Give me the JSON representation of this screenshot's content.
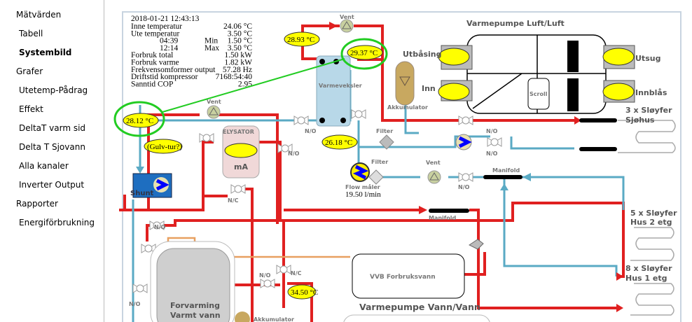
{
  "sidebar": {
    "items": [
      {
        "label": "Mätvärden",
        "type": "head"
      },
      {
        "label": "Tabell",
        "type": "sub"
      },
      {
        "label": "Systembild",
        "type": "sub",
        "active": true
      },
      {
        "label": "Grafer",
        "type": "head"
      },
      {
        "label": "Utetemp-Pådrag",
        "type": "sub"
      },
      {
        "label": "Effekt",
        "type": "sub"
      },
      {
        "label": "DeltaT varm sid",
        "type": "sub"
      },
      {
        "label": "Delta T Sjovann",
        "type": "sub"
      },
      {
        "label": "Alla kanaler",
        "type": "sub"
      },
      {
        "label": "Inverter Output",
        "type": "sub"
      },
      {
        "label": "Rapporter",
        "type": "head"
      },
      {
        "label": "Energiförbrukning",
        "type": "sub"
      }
    ]
  },
  "info": {
    "timestamp": "2018-01-21 12:43:13",
    "rows": [
      {
        "label": "Inne temperatur",
        "mid": "",
        "value": "24.06 °C"
      },
      {
        "label": "Ute temperatur",
        "mid": "",
        "value": "3.50 °C"
      },
      {
        "label": "04:39",
        "mid": "Min",
        "value": "1.50 °C"
      },
      {
        "label": "12:14",
        "mid": "Max",
        "value": "3.50 °C"
      },
      {
        "label": "Forbruk total",
        "mid": "",
        "value": "1.50 kW"
      },
      {
        "label": "Forbruk varme",
        "mid": "",
        "value": "1.82 kW"
      },
      {
        "label": "Frekvensomformer output",
        "mid": "",
        "value": "57.28 Hz"
      },
      {
        "label": "Driftstid kompressor",
        "mid": "",
        "value": "7168:54:40"
      },
      {
        "label": "Sanntid COP",
        "mid": "",
        "value": "2.95"
      }
    ]
  },
  "temps": {
    "t1": "28.93 °C",
    "t2": "29.37 °C",
    "t3": "28.12 °C",
    "t4": "(Gulv-tur?)",
    "t5": "26.18 °C",
    "t6": "34.50 °C",
    "flow": "19.50 l/min"
  },
  "labels": {
    "vent": "Vent",
    "varmeveksler": "Varmeveksler",
    "akkumulator": "Akkumulator",
    "filter": "Filter",
    "flow_meter": "Flow måler",
    "no": "N/O",
    "nc": "N/C",
    "elysator": "ELYSATOR",
    "ma": "mA",
    "shunt": "Shunt",
    "manifold": "Manifold",
    "scroll": "Scroll",
    "luft_title": "Varmepumpe Luft/Luft",
    "utblasing": "Utbåsing",
    "inn": "Inn",
    "utsug": "Utsug",
    "innblas": "Innblås",
    "sloyfer3_a": "3 x Sløyfer",
    "sloyfer3_b": "Sjøhus",
    "sloyfer5_a": "5 x Sløyfer",
    "sloyfer5_b": "Hus 2 etg",
    "sloyfer8_a": "8 x Sløyfer",
    "sloyfer8_b": "Hus 1 etg",
    "vvb": "VVB Forbruksvann",
    "vann_title": "Varmepumpe Vann/Vann",
    "forvarming_a": "Forvarming",
    "forvarming_b": "Varmt vann"
  },
  "colors": {
    "hot_pipe": "#e02020",
    "cold_pipe": "#5aaac4",
    "highlight": "#22cc22",
    "temp_badge": "#ffff00"
  }
}
